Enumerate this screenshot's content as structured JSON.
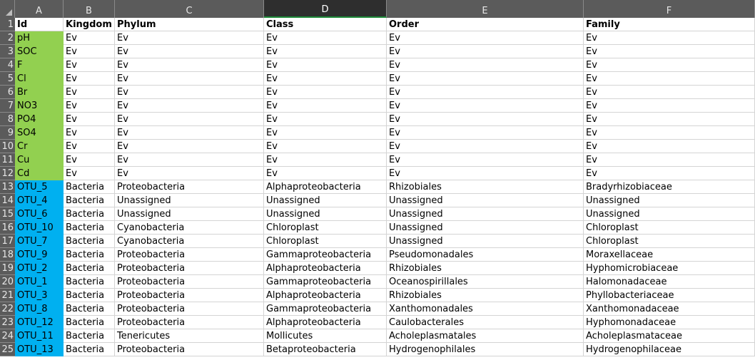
{
  "columns": [
    "A",
    "B",
    "C",
    "D",
    "E",
    "F"
  ],
  "selected_column": "D",
  "colors": {
    "env_fill": "#92d050",
    "otu_fill": "#00b0f0"
  },
  "rows": [
    {
      "num": "1",
      "cells": [
        "Id",
        "Kingdom",
        "Phylum",
        "Class",
        "Order",
        "Family"
      ],
      "header": true
    },
    {
      "num": "2",
      "cells": [
        "pH",
        "Ev",
        "Ev",
        "Ev",
        "Ev",
        "Ev"
      ],
      "group": "env"
    },
    {
      "num": "3",
      "cells": [
        "SOC",
        "Ev",
        "Ev",
        "Ev",
        "Ev",
        "Ev"
      ],
      "group": "env"
    },
    {
      "num": "4",
      "cells": [
        "F",
        "Ev",
        "Ev",
        "Ev",
        "Ev",
        "Ev"
      ],
      "group": "env"
    },
    {
      "num": "5",
      "cells": [
        "Cl",
        "Ev",
        "Ev",
        "Ev",
        "Ev",
        "Ev"
      ],
      "group": "env"
    },
    {
      "num": "6",
      "cells": [
        "Br",
        "Ev",
        "Ev",
        "Ev",
        "Ev",
        "Ev"
      ],
      "group": "env"
    },
    {
      "num": "7",
      "cells": [
        "NO3",
        "Ev",
        "Ev",
        "Ev",
        "Ev",
        "Ev"
      ],
      "group": "env"
    },
    {
      "num": "8",
      "cells": [
        "PO4",
        "Ev",
        "Ev",
        "Ev",
        "Ev",
        "Ev"
      ],
      "group": "env"
    },
    {
      "num": "9",
      "cells": [
        "SO4",
        "Ev",
        "Ev",
        "Ev",
        "Ev",
        "Ev"
      ],
      "group": "env"
    },
    {
      "num": "10",
      "cells": [
        "Cr",
        "Ev",
        "Ev",
        "Ev",
        "Ev",
        "Ev"
      ],
      "group": "env"
    },
    {
      "num": "11",
      "cells": [
        "Cu",
        "Ev",
        "Ev",
        "Ev",
        "Ev",
        "Ev"
      ],
      "group": "env"
    },
    {
      "num": "12",
      "cells": [
        "Cd",
        "Ev",
        "Ev",
        "Ev",
        "Ev",
        "Ev"
      ],
      "group": "env"
    },
    {
      "num": "13",
      "cells": [
        "OTU_5",
        "Bacteria",
        "Proteobacteria",
        "Alphaproteobacteria",
        "Rhizobiales",
        "Bradyrhizobiaceae"
      ],
      "group": "otu"
    },
    {
      "num": "14",
      "cells": [
        "OTU_4",
        "Bacteria",
        "Unassigned",
        "Unassigned",
        "Unassigned",
        "Unassigned"
      ],
      "group": "otu"
    },
    {
      "num": "15",
      "cells": [
        "OTU_6",
        "Bacteria",
        "Unassigned",
        "Unassigned",
        "Unassigned",
        "Unassigned"
      ],
      "group": "otu"
    },
    {
      "num": "16",
      "cells": [
        "OTU_10",
        "Bacteria",
        "Cyanobacteria",
        "Chloroplast",
        "Unassigned",
        "Chloroplast"
      ],
      "group": "otu"
    },
    {
      "num": "17",
      "cells": [
        "OTU_7",
        "Bacteria",
        "Cyanobacteria",
        "Chloroplast",
        "Unassigned",
        "Chloroplast"
      ],
      "group": "otu"
    },
    {
      "num": "18",
      "cells": [
        "OTU_9",
        "Bacteria",
        "Proteobacteria",
        "Gammaproteobacteria",
        "Pseudomonadales",
        "Moraxellaceae"
      ],
      "group": "otu"
    },
    {
      "num": "19",
      "cells": [
        "OTU_2",
        "Bacteria",
        "Proteobacteria",
        "Alphaproteobacteria",
        "Rhizobiales",
        "Hyphomicrobiaceae"
      ],
      "group": "otu"
    },
    {
      "num": "20",
      "cells": [
        "OTU_1",
        "Bacteria",
        "Proteobacteria",
        "Gammaproteobacteria",
        "Oceanospirillales",
        "Halomonadaceae"
      ],
      "group": "otu"
    },
    {
      "num": "21",
      "cells": [
        "OTU_3",
        "Bacteria",
        "Proteobacteria",
        "Alphaproteobacteria",
        "Rhizobiales",
        "Phyllobacteriaceae"
      ],
      "group": "otu"
    },
    {
      "num": "22",
      "cells": [
        "OTU_8",
        "Bacteria",
        "Proteobacteria",
        "Gammaproteobacteria",
        "Xanthomonadales",
        "Xanthomonadaceae"
      ],
      "group": "otu"
    },
    {
      "num": "23",
      "cells": [
        "OTU_12",
        "Bacteria",
        "Proteobacteria",
        "Alphaproteobacteria",
        "Caulobacterales",
        "Hyphomonadaceae"
      ],
      "group": "otu"
    },
    {
      "num": "24",
      "cells": [
        "OTU_11",
        "Bacteria",
        "Tenericutes",
        "Mollicutes",
        "Acholeplasmatales",
        "Acholeplasmataceae"
      ],
      "group": "otu"
    },
    {
      "num": "25",
      "cells": [
        "OTU_13",
        "Bacteria",
        "Proteobacteria",
        "Betaproteobacteria",
        "Hydrogenophilales",
        "Hydrogenophilaceae"
      ],
      "group": "otu"
    }
  ]
}
